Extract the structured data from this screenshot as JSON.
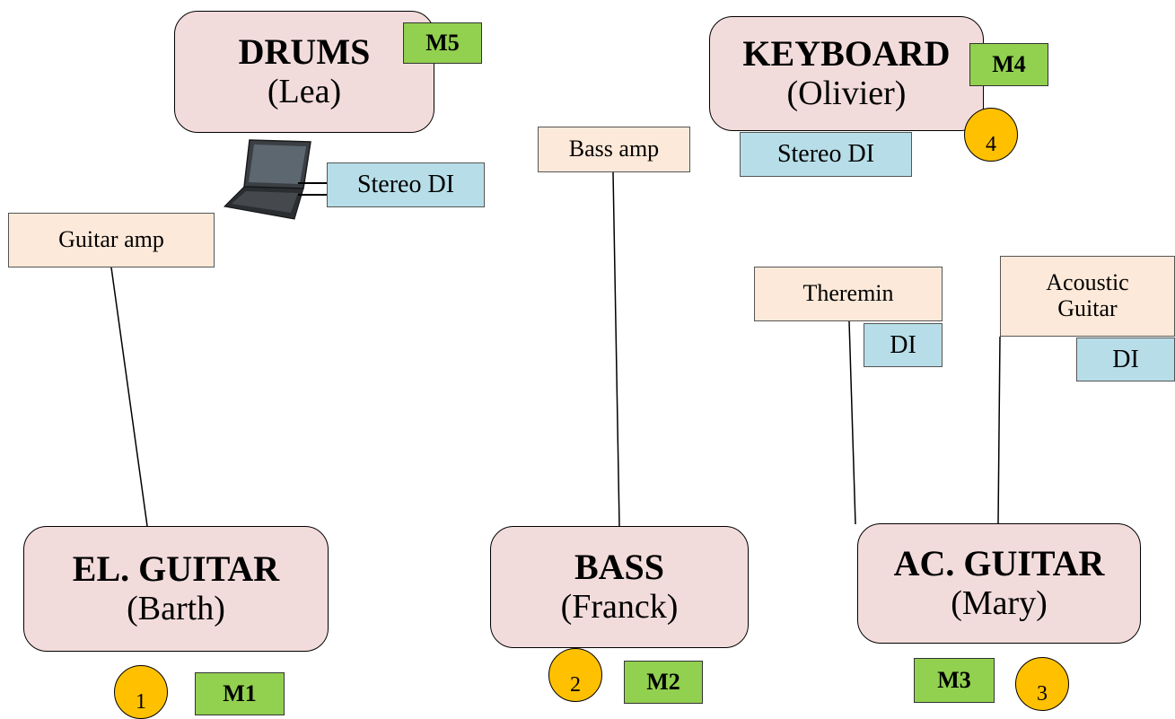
{
  "players": {
    "drums": {
      "role": "DRUMS",
      "name": "(Lea)"
    },
    "keyboard": {
      "role": "KEYBOARD",
      "name": "(Olivier)"
    },
    "el_guitar": {
      "role": "EL. GUITAR",
      "name": "(Barth)"
    },
    "bass": {
      "role": "BASS",
      "name": "(Franck)"
    },
    "ac_guitar": {
      "role": "AC. GUITAR",
      "name": "(Mary)"
    }
  },
  "mics": {
    "m1": "M1",
    "m2": "M2",
    "m3": "M3",
    "m4": "M4",
    "m5": "M5"
  },
  "monitors": {
    "one": "1",
    "two": "2",
    "three": "3",
    "four": "4"
  },
  "amps": {
    "guitar": "Guitar amp",
    "bass": "Bass amp",
    "theremin": "Theremin",
    "acoustic_line1": "Acoustic",
    "acoustic_line2": "Guitar"
  },
  "di": {
    "drums_stereo": "Stereo DI",
    "keyboard_stereo": "Stereo DI",
    "theremin": "DI",
    "acoustic": "DI"
  },
  "colors": {
    "player_fill": "#f2dcdb",
    "amp_fill": "#fde9d9",
    "di_fill": "#b7dee8",
    "mic_fill": "#92d050",
    "monitor_fill": "#ffc000"
  },
  "icons": {
    "laptop": "laptop-icon"
  }
}
